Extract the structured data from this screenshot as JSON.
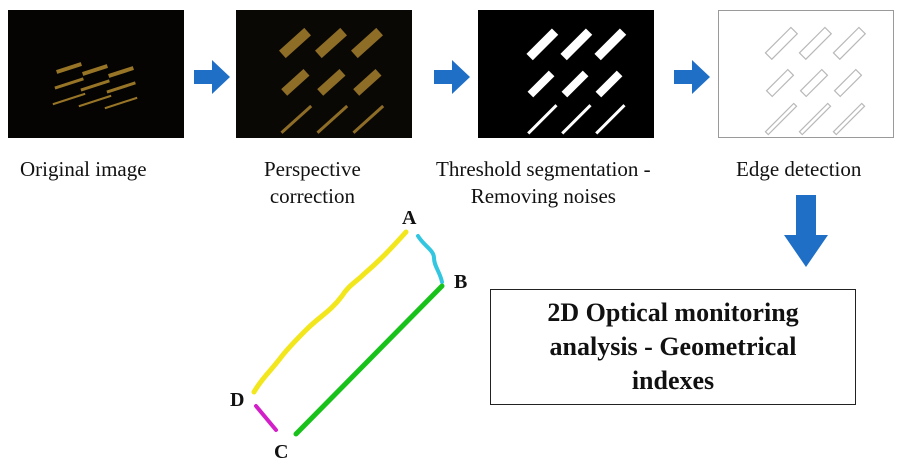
{
  "steps": [
    {
      "label": "Original image"
    },
    {
      "label_line1": "Perspective",
      "label_line2": "correction"
    },
    {
      "label_line1": "Threshold segmentation -",
      "label_line2": "Removing noises"
    },
    {
      "label": "Edge detection"
    }
  ],
  "result": {
    "line1": "2D Optical monitoring",
    "line2": "analysis - Geometrical",
    "line3": "indexes"
  },
  "vertices": {
    "a": "A",
    "b": "B",
    "c": "C",
    "d": "D"
  },
  "colors": {
    "arrow": "#1f6fc7",
    "edge_ab": "#33c6e0",
    "edge_bc": "#19c21b",
    "edge_cd": "#d21fc8",
    "edge_da": "#f2e61c",
    "strip_tone": "#b8902a"
  }
}
